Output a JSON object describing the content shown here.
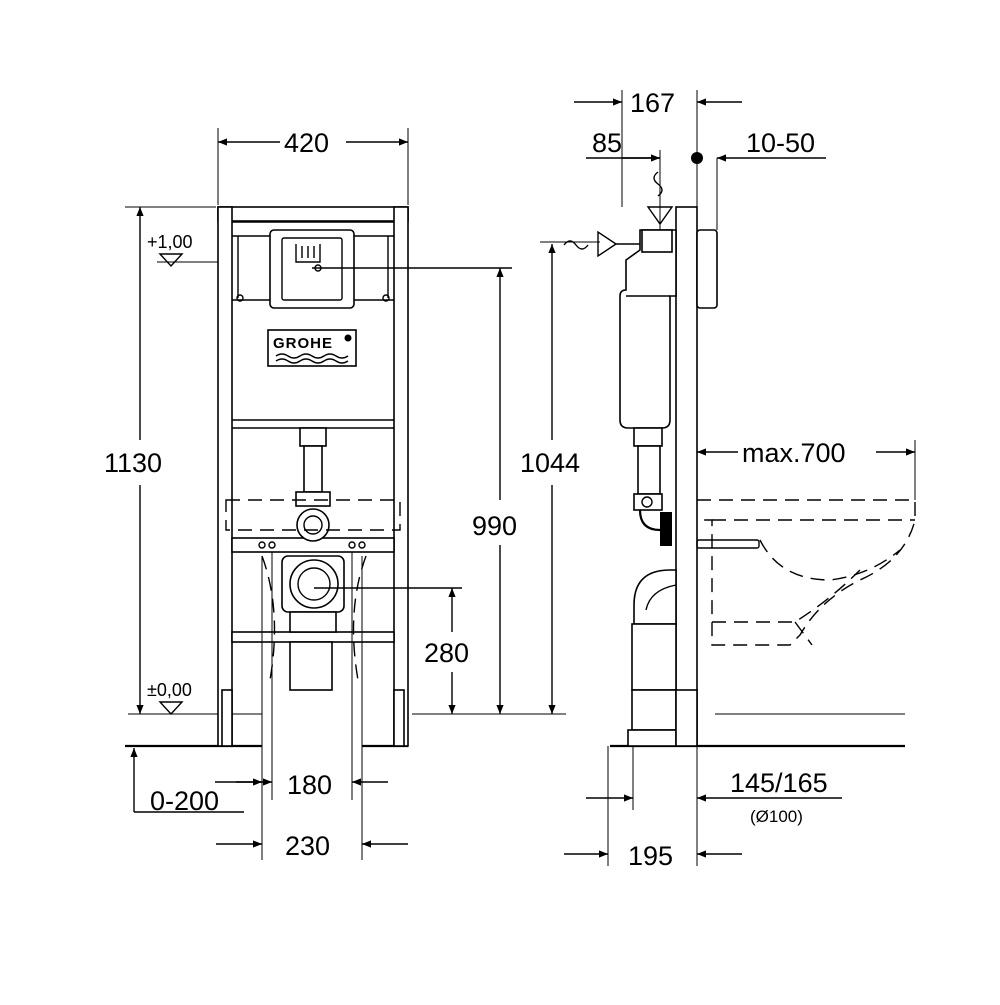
{
  "front_view": {
    "width": "420",
    "height_total": "1130",
    "level_top": "+1,00",
    "level_zero": "±0,00",
    "height_990": "990",
    "height_280": "280",
    "depth_range": "0-200",
    "spacing_180": "180",
    "spacing_230": "230",
    "logo_text": "GROHE"
  },
  "side_view": {
    "depth_167": "167",
    "depth_85": "85",
    "offset_range": "10-50",
    "height_1044": "1044",
    "max_projection": "max.700",
    "outlet": "145/165",
    "outlet_diameter": "(Ø100)",
    "foot_195": "195"
  },
  "icons": [
    "arrow-head-icon",
    "water-inlet-icon",
    "ground-level-icon",
    "grohe-logo-icon"
  ]
}
